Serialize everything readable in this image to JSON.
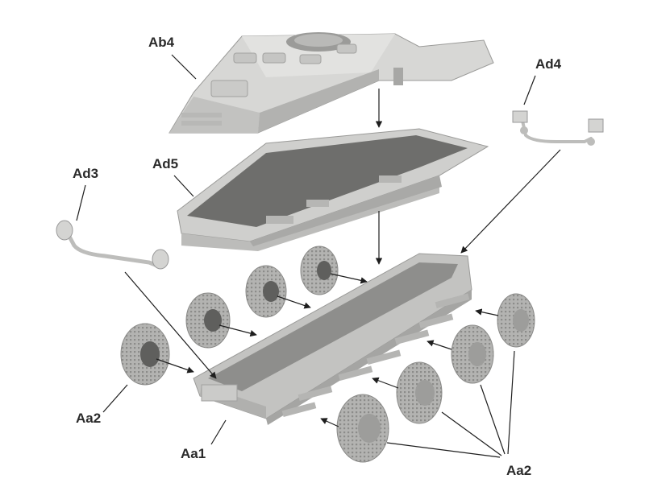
{
  "labels": {
    "ab4": "Ab4",
    "ad4": "Ad4",
    "ad3": "Ad3",
    "ad5": "Ad5",
    "aa2_left": "Aa2",
    "aa1": "Aa1",
    "aa2_right": "Aa2"
  },
  "colors": {
    "part_light": "#d7d7d5",
    "part_mid": "#bdbdbb",
    "part_dark": "#8a8a88",
    "interior": "#6e6e6c",
    "tire": "#a9a9a7",
    "hub": "#5f5f5d",
    "line": "#1e1e1e"
  }
}
